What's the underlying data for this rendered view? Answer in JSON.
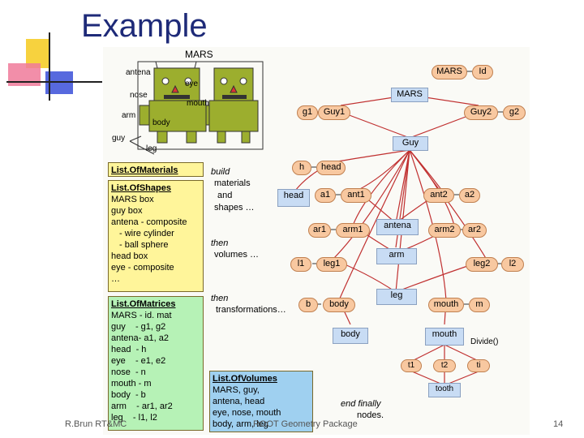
{
  "slide": {
    "title": "Example",
    "footer_left": "R.Brun  RT&MC",
    "footer_center": "ROOT Geometry Package",
    "page_number": "14"
  },
  "robot": {
    "title": "MARS",
    "labels": {
      "antena": "antena",
      "eye": "eye",
      "nose": "nose",
      "mouth": "mouth",
      "arm": "arm",
      "body": "body",
      "guy": "guy",
      "leg": "leg"
    }
  },
  "materials": {
    "header": "List.OfMaterials"
  },
  "shapes": {
    "header": "List.OfShapes",
    "lines": [
      "MARS box",
      "guy box",
      "antena - composite",
      "- wire cylinder",
      "- ball sphere",
      "head box",
      "eye - composite",
      "…"
    ]
  },
  "matrices": {
    "header": "List.OfMatrices",
    "lines": [
      "MARS - id. mat",
      "guy    - g1, g2",
      "antena- a1, a2",
      "head  - h",
      "eye    - e1, e2",
      "nose  - n",
      "mouth - m",
      "body  - b",
      "arm    - ar1, ar2",
      "leg    - l1, l2"
    ]
  },
  "volumes": {
    "header": "List.OfVolumes",
    "lines": [
      "MARS,  guy,",
      "antena, head",
      "eye, nose, mouth",
      "body, arm, leg"
    ]
  },
  "annotations": {
    "build": "build",
    "build_rest": [
      "materials",
      "and",
      "shapes …"
    ],
    "then1": "then",
    "then1_rest": "volumes …",
    "then2": "then",
    "then2_rest": "transformations…",
    "end": [
      "end finally",
      "nodes."
    ]
  },
  "tree": {
    "nodes": {
      "mars_top": "MARS",
      "id": "Id",
      "mars": "MARS",
      "g1": "g1",
      "guy1": "Guy1",
      "guy2": "Guy2",
      "g2": "g2",
      "guy": "Guy",
      "h": "h",
      "head_n": "head",
      "head_v": "head",
      "a1": "a1",
      "ant1": "ant1",
      "ant2": "ant2",
      "a2": "a2",
      "ar1": "ar1",
      "arm1": "arm1",
      "antena_v": "antena",
      "arm2": "arm2",
      "ar2": "ar2",
      "l1": "l1",
      "leg1": "leg1",
      "arm_v": "arm",
      "leg2": "leg2",
      "l2": "l2",
      "b": "b",
      "body_n": "body",
      "leg_v": "leg",
      "mouth_n": "mouth",
      "m": "m",
      "body_v": "body",
      "mouth_v": "mouth",
      "divide": "Divide()",
      "t1": "t1",
      "t2": "t2",
      "ti": "ti",
      "tooth": "tooth"
    }
  },
  "colors": {
    "title": "#1e2a78",
    "robot_body": "#9cae2e",
    "node_peach": "#f8c8a0",
    "node_blue": "#c8dcf4",
    "link_red": "#c03030",
    "deco_yellow": "#f7d23e",
    "deco_pink": "#f07a9a",
    "deco_blue": "#3a4fd8"
  }
}
